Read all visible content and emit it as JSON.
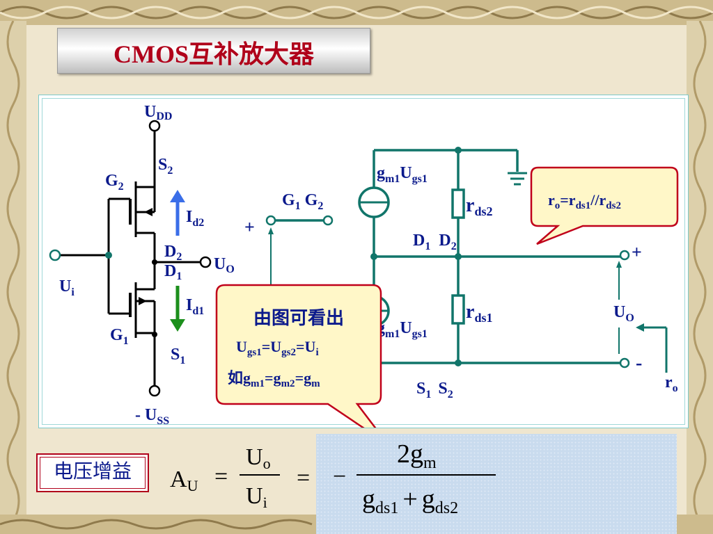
{
  "title": "CMOS互补放大器",
  "colors": {
    "title": "#b0001a",
    "label": "#0b1a8c",
    "wire": "#11756a",
    "callout_border": "#c0001a",
    "callout_fill": "#fff7c8"
  },
  "circuit": {
    "udd": {
      "main": "U",
      "sub": "DD"
    },
    "uss": {
      "main": "- U",
      "sub": "SS"
    },
    "s2": {
      "main": "S",
      "sub": "2"
    },
    "s1": {
      "main": "S",
      "sub": "1"
    },
    "g2": {
      "main": "G",
      "sub": "2"
    },
    "g1": {
      "main": "G",
      "sub": "1"
    },
    "d2": {
      "main": "D",
      "sub": "2"
    },
    "d1": {
      "main": "D",
      "sub": "1"
    },
    "id2": {
      "main": "I",
      "sub": "d2"
    },
    "id1": {
      "main": "I",
      "sub": "d1"
    },
    "uo": {
      "main": "U",
      "sub": "O"
    },
    "ui": {
      "main": "U",
      "sub": "i"
    },
    "plus": "+",
    "minus": "-",
    "g1g2": {
      "g1": "G",
      "g1sub": "1",
      "g2": "G",
      "g2sub": "2"
    },
    "gm1ugs1_top": {
      "a": "g",
      "asub": "m1",
      "b": "U",
      "bsub": "gs1"
    },
    "gm1ugs1_bottom": {
      "a": "g",
      "asub": "m1",
      "b": "U",
      "bsub": "gs1"
    },
    "rds2": {
      "main": "r",
      "sub": "ds2"
    },
    "rds1": {
      "main": "r",
      "sub": "ds1"
    },
    "d1d2": {
      "d1": "D",
      "d1sub": "1",
      "d2": "D",
      "d2sub": "2"
    },
    "s1s2": {
      "s1": "S",
      "s1sub": "1",
      "s2": "S",
      "s2sub": "2"
    },
    "uo_right": {
      "main": "U",
      "sub": "O"
    },
    "ro": {
      "main": "r",
      "sub": "o"
    }
  },
  "callout_ro": {
    "r1": "r",
    "r1sub": "o",
    "eq": "=r",
    "r2sub": "ds1",
    "par": "//r",
    "r3sub": "ds2"
  },
  "callout_main": {
    "line1": "由图可看出",
    "line2": {
      "a": "U",
      "asub": "gs1",
      "b": "=U",
      "bsub": "gs2",
      "c": "=U",
      "csub": "i"
    },
    "line3": {
      "a": "如g",
      "asub": "m1",
      "b": "=g",
      "bsub": "m2",
      "c": "=g",
      "csub": "m"
    }
  },
  "gain_label": "电压增益",
  "formula": {
    "lhs": "A",
    "lhs_sub": "U",
    "eq": "=",
    "num": "U",
    "num_sub": "o",
    "den": "U",
    "den_sub": "i",
    "eq2": "=",
    "minus": "−",
    "num2": "2g",
    "num2_sub": "m",
    "den2_a": "g",
    "den2_asub": "ds1",
    "plus": "+",
    "den2_b": "g",
    "den2_bsub": "ds2"
  }
}
